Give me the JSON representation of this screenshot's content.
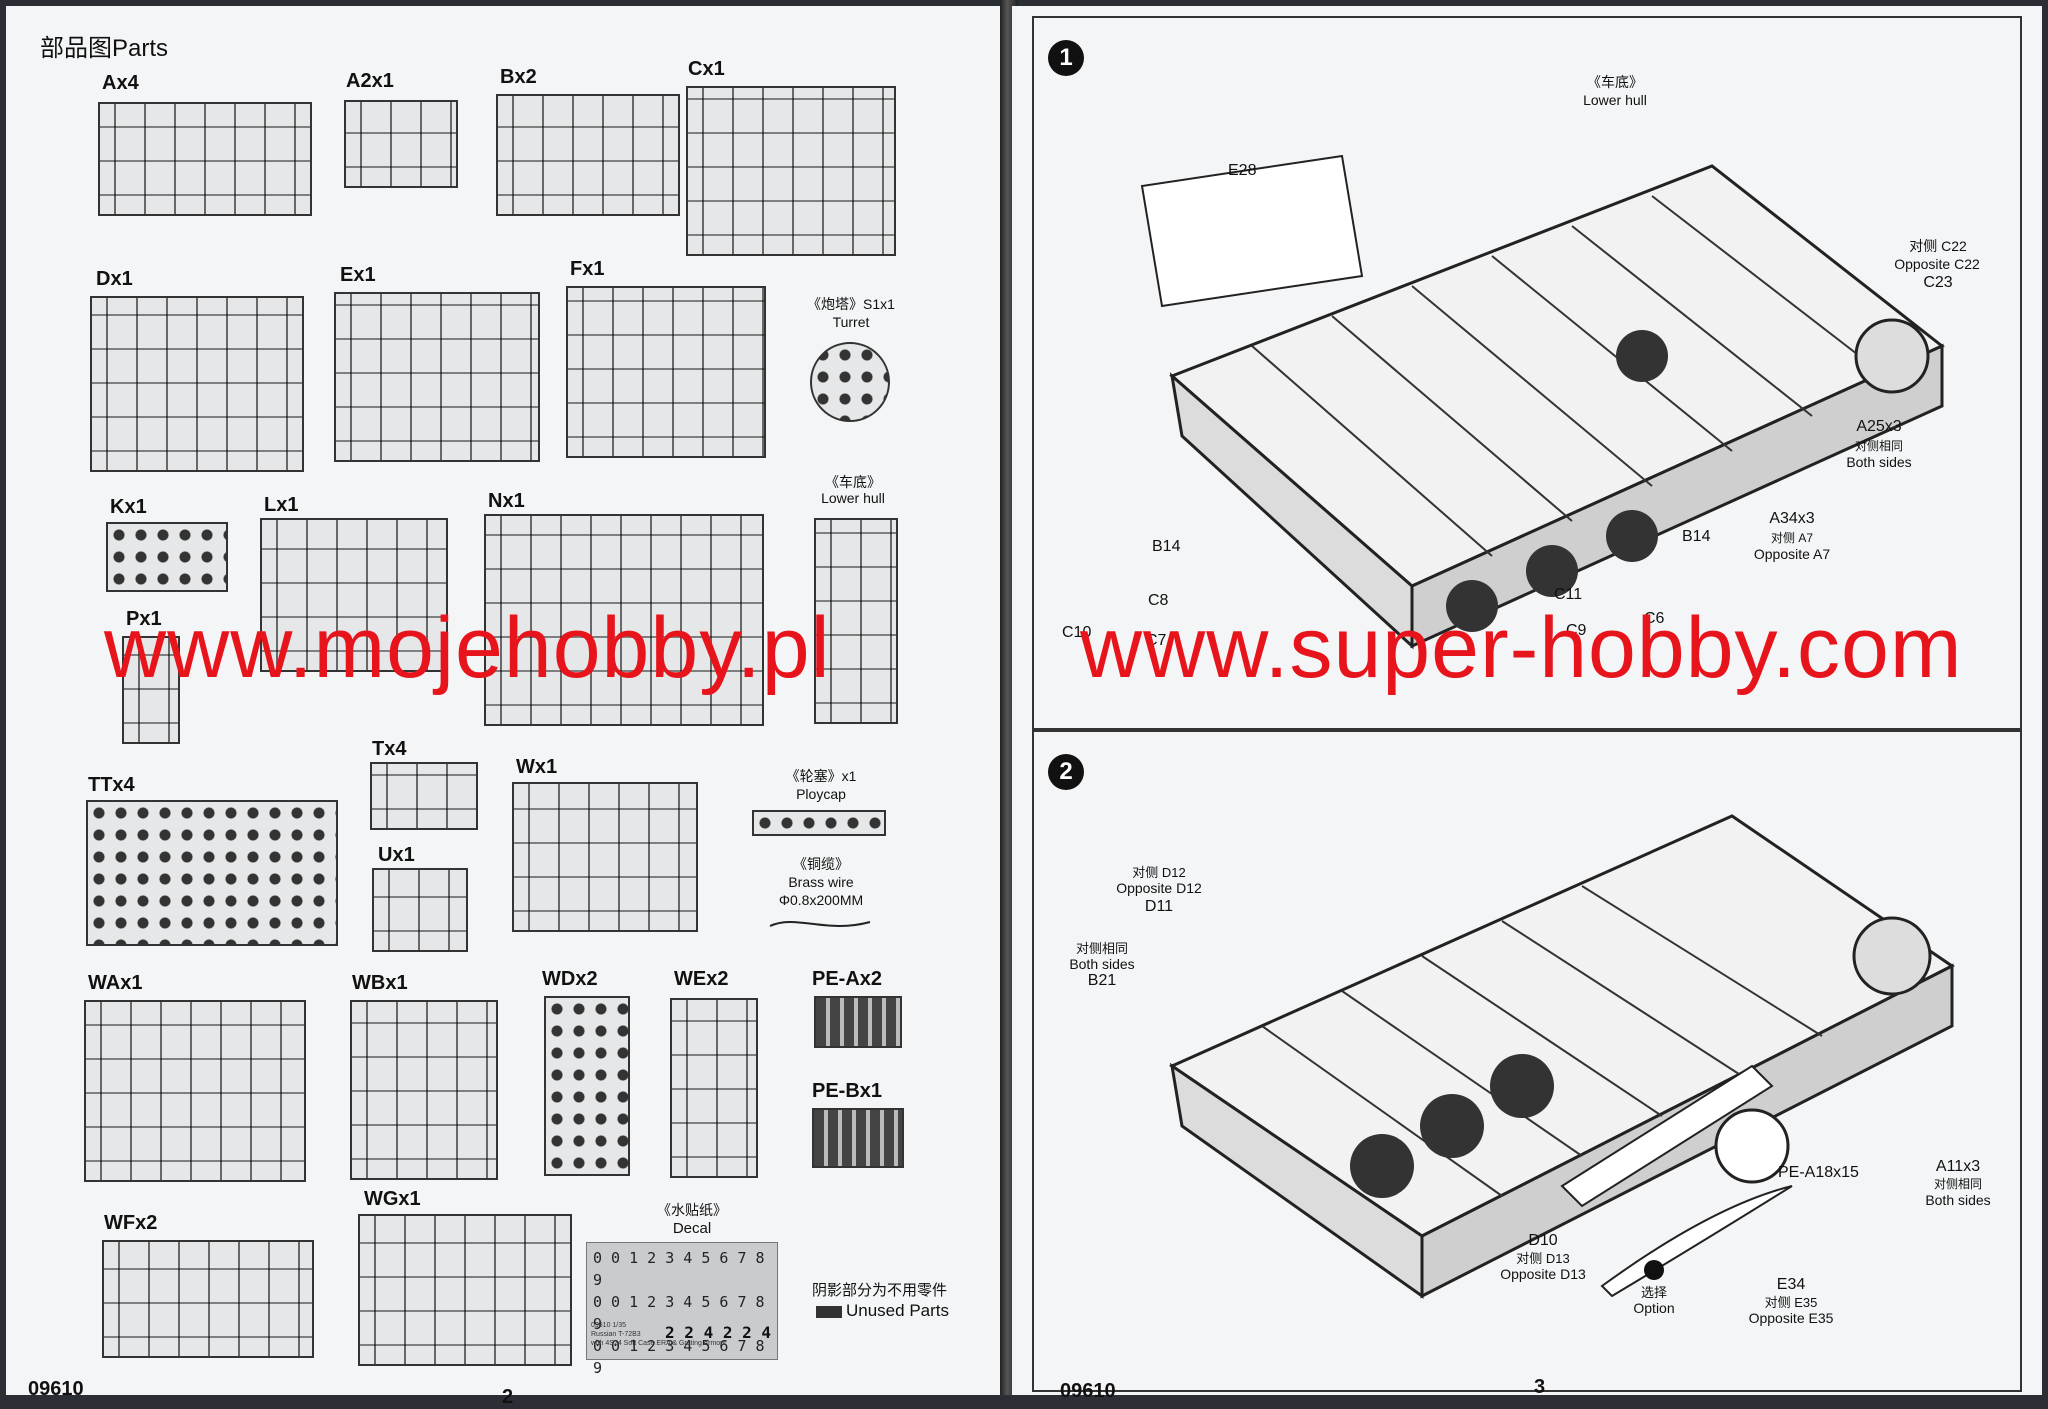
{
  "left_page": {
    "header": "部品图Parts",
    "parts": [
      {
        "id": "a",
        "label": "Ax4"
      },
      {
        "id": "a2",
        "label": "A2x1"
      },
      {
        "id": "b",
        "label": "Bx2"
      },
      {
        "id": "c",
        "label": "Cx1"
      },
      {
        "id": "d",
        "label": "Dx1"
      },
      {
        "id": "e",
        "label": "Ex1"
      },
      {
        "id": "f",
        "label": "Fx1"
      },
      {
        "id": "k",
        "label": "Kx1"
      },
      {
        "id": "l",
        "label": "Lx1"
      },
      {
        "id": "n",
        "label": "Nx1"
      },
      {
        "id": "p",
        "label": "Px1"
      },
      {
        "id": "tt",
        "label": "TTx4"
      },
      {
        "id": "t",
        "label": "Tx4"
      },
      {
        "id": "u",
        "label": "Ux1"
      },
      {
        "id": "w",
        "label": "Wx1"
      },
      {
        "id": "wa",
        "label": "WAx1"
      },
      {
        "id": "wb",
        "label": "WBx1"
      },
      {
        "id": "wd",
        "label": "WDx2"
      },
      {
        "id": "we",
        "label": "WEx2"
      },
      {
        "id": "pea",
        "label": "PE-Ax2"
      },
      {
        "id": "peb",
        "label": "PE-Bx1"
      },
      {
        "id": "wf",
        "label": "WFx2"
      },
      {
        "id": "wg",
        "label": "WGx1"
      }
    ],
    "turret": {
      "cn": "《炮塔》S1x1",
      "en": "Turret"
    },
    "lower_hull": {
      "cn": "《车底》",
      "en": "Lower hull"
    },
    "polycap": {
      "cn": "《轮塞》x1",
      "en": "Ploycap"
    },
    "brass": {
      "cn": "《铜缆》",
      "en": "Brass wire",
      "size": "Φ0.8x200MM"
    },
    "decal": {
      "cn": "《水贴纸》",
      "en": "Decal",
      "rows": [
        "0 0 1 2 3 4 5 6 7 8 9",
        "0 0 1 2 3 4 5 6 7 8 9",
        "0 0 1 2 3 4 5 6 7 8 9"
      ],
      "bottom": "2 2 4  2 2 4",
      "small": [
        "09610 1/35",
        "Russian T-72B3",
        "with 4S24 Soft Case ERA & Grating Armour"
      ]
    },
    "unused": {
      "cn": "阴影部分为不用零件",
      "en": "Unused Parts"
    },
    "page_code": "09610",
    "page_number": "2"
  },
  "right_page": {
    "page_code": "09610",
    "page_number": "3",
    "step1": {
      "num": "1",
      "callouts": [
        {
          "id": "s1-hull",
          "cn": "《车底》",
          "en": "Lower hull"
        },
        {
          "id": "s1-e28",
          "en": "E28"
        },
        {
          "id": "s1-c22",
          "cn": "对侧 C22",
          "en": "Opposite C22",
          "extra": "C23"
        },
        {
          "id": "s1-a25",
          "en": "A25x3",
          "cn": "对侧相同",
          "extra": "Both sides"
        },
        {
          "id": "s1-a34",
          "en": "A34x3",
          "cn": "对侧 A7",
          "extra": "Opposite A7"
        },
        {
          "id": "s1-b14a",
          "en": "B14"
        },
        {
          "id": "s1-b14b",
          "en": "B14"
        },
        {
          "id": "s1-c8",
          "en": "C8"
        },
        {
          "id": "s1-c11",
          "en": "C11"
        },
        {
          "id": "s1-c10",
          "en": "C10"
        },
        {
          "id": "s1-c7",
          "en": "C7"
        },
        {
          "id": "s1-c9",
          "en": "C9"
        },
        {
          "id": "s1-c6",
          "en": "C6"
        }
      ]
    },
    "step2": {
      "num": "2",
      "callouts": [
        {
          "id": "s2-d12",
          "cn": "对侧 D12",
          "en": "Opposite D12",
          "extra": "D11"
        },
        {
          "id": "s2-b21",
          "cn": "对侧相同",
          "en": "Both sides",
          "extra": "B21"
        },
        {
          "id": "s2-pea18",
          "en": "PE-A18x15"
        },
        {
          "id": "s2-a11",
          "en": "A11x3",
          "cn": "对侧相同",
          "extra": "Both sides"
        },
        {
          "id": "s2-d10",
          "en": "D10",
          "cn": "对侧 D13",
          "extra": "Opposite D13"
        },
        {
          "id": "s2-opt",
          "cn": "选择",
          "en": "Option"
        },
        {
          "id": "s2-e34",
          "en": "E34",
          "cn": "对侧 E35",
          "extra": "Opposite E35"
        }
      ]
    }
  },
  "watermark": {
    "left": "www.mojehobby.pl",
    "right": "www.super-hobby.com",
    "color": "#e8141c"
  }
}
